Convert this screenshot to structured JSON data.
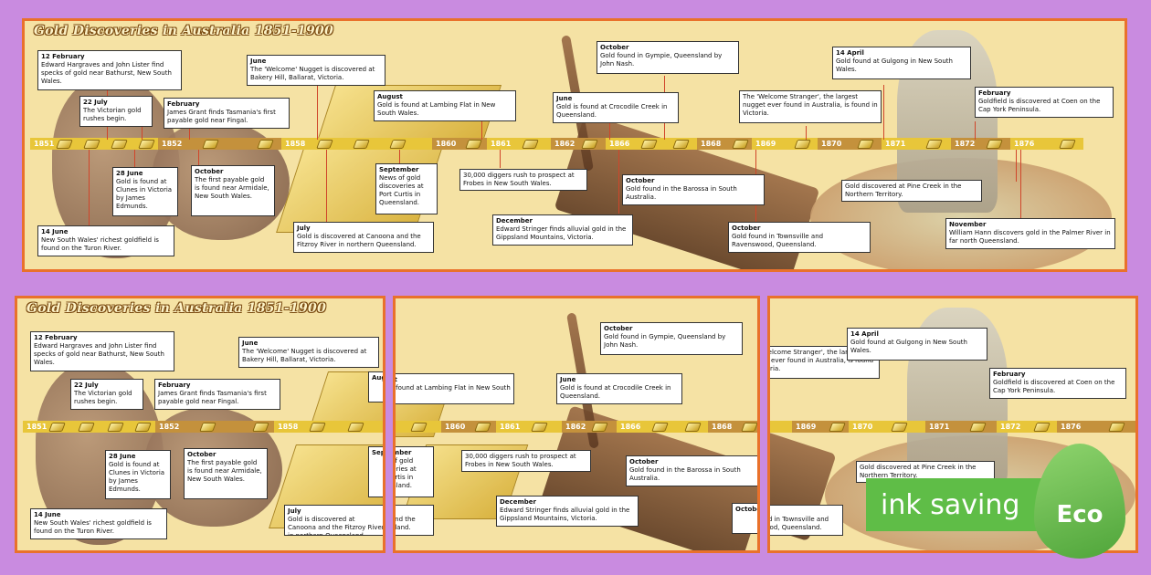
{
  "title": "Gold Discoveries in Australia 1851-1900",
  "years": [
    "1851",
    "1852",
    "1858",
    "1860",
    "1861",
    "1862",
    "1866",
    "1868",
    "1869",
    "1870",
    "1871",
    "1872",
    "1876"
  ],
  "events": {
    "e1": {
      "d": "12 February",
      "t": "Edward Hargraves and John Lister find specks of gold near Bathurst, New South Wales."
    },
    "e2": {
      "d": "22 July",
      "t": "The Victorian gold rushes begin."
    },
    "e3": {
      "d": "February",
      "t": "James Grant finds Tasmania's first payable gold near Fingal."
    },
    "e4": {
      "d": "June",
      "t": "The 'Welcome' Nugget is discovered at Bakery Hill, Ballarat, Victoria."
    },
    "e5": {
      "d": "August",
      "t": "Gold is found at Lambing Flat in New South Wales."
    },
    "e6": {
      "d": "28 June",
      "t": "Gold is found at Clunes in Victoria by James Edmunds."
    },
    "e7": {
      "d": "October",
      "t": "The first payable gold is found near Armidale, New South Wales."
    },
    "e8": {
      "d": "14 June",
      "t": "New South Wales' richest goldfield is found on the Turon River."
    },
    "e9": {
      "d": "September",
      "t": "News of gold discoveries at Port Curtis in Queensland."
    },
    "e10": {
      "d": "",
      "t": "30,000 diggers rush to prospect at Frobes in New South Wales."
    },
    "e11": {
      "d": "July",
      "t": "Gold is discovered at Canoona and the Fitzroy River in northern Queensland."
    },
    "e12": {
      "d": "October",
      "t": "Gold found in Gympie, Queensland by John Nash."
    },
    "e13": {
      "d": "June",
      "t": "Gold is found at Crocodile Creek in Queensland."
    },
    "e14": {
      "d": "October",
      "t": "Gold found in the Barossa in South Australia."
    },
    "e15": {
      "d": "December",
      "t": "Edward Stringer finds alluvial gold in the Gippsland Mountains, Victoria."
    },
    "e16": {
      "d": "",
      "t": "The 'Welcome Stranger', the largest nugget ever found in Australia, is found in Victoria."
    },
    "e17": {
      "d": "14 April",
      "t": "Gold found at Gulgong in New South Wales."
    },
    "e18": {
      "d": "February",
      "t": "Goldfield is discovered at Coen on the Cap York Peninsula."
    },
    "e19": {
      "d": "October",
      "t": "Gold found in Townsville and Ravenswood, Queensland."
    },
    "e20": {
      "d": "",
      "t": "Gold discovered at Pine Creek in the Northern Territory."
    },
    "e21": {
      "d": "November",
      "t": "William Hann discovers gold in the Palmer River in far north Queensland."
    }
  },
  "badge": {
    "text": "ink saving",
    "leaf": "Eco",
    "color": "#5fbd47"
  }
}
